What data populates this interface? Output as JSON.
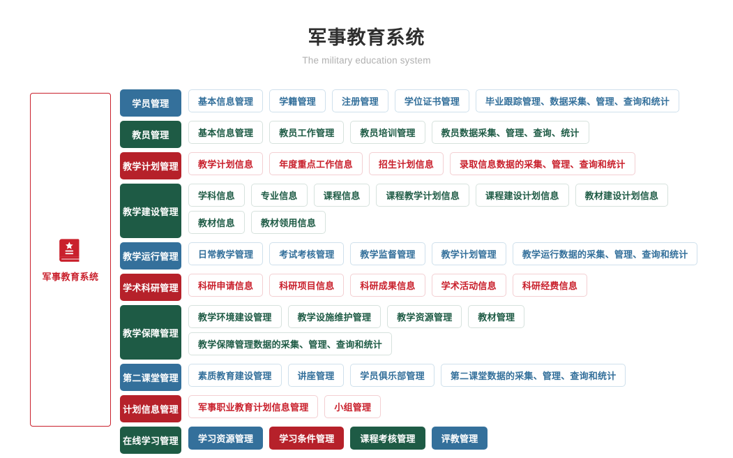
{
  "header": {
    "title": "军事教育系统",
    "subtitle": "The military education system"
  },
  "sidebar": {
    "icon": "book-star-icon",
    "brand_label": "军事教育系统",
    "border_color": "#c9202c"
  },
  "colors": {
    "blue": "#34709b",
    "green": "#1e5b45",
    "red": "#b6212a",
    "brand_red": "#c9202c",
    "title": "#2e2e2e",
    "subtitle": "#b0b0b0",
    "background": "#ffffff"
  },
  "rows": [
    {
      "label": "学员管理",
      "color": "blue",
      "filled_items": false,
      "items": [
        "基本信息管理",
        "学籍管理",
        "注册管理",
        "学位证书管理",
        "毕业跟踪管理、数据采集、管理、查询和统计"
      ]
    },
    {
      "label": "教员管理",
      "color": "green",
      "filled_items": false,
      "items": [
        "基本信息管理",
        "教员工作管理",
        "教员培训管理",
        "教员数据采集、管理、查询、统计"
      ]
    },
    {
      "label": "教学计划管理",
      "color": "red",
      "filled_items": false,
      "items": [
        "教学计划信息",
        "年度重点工作信息",
        "招生计划信息",
        "录取信息数据的采集、管理、查询和统计"
      ]
    },
    {
      "label": "教学建设管理",
      "color": "green",
      "filled_items": false,
      "items": [
        "学科信息",
        "专业信息",
        "课程信息",
        "课程教学计划信息",
        "课程建设计划信息",
        "教材建设计划信息",
        "教材信息",
        "教材领用信息"
      ]
    },
    {
      "label": "教学运行管理",
      "color": "blue",
      "filled_items": false,
      "items": [
        "日常教学管理",
        "考试考核管理",
        "教学监督管理",
        "教学计划管理",
        "教学运行数据的采集、管理、查询和统计"
      ]
    },
    {
      "label": "学术科研管理",
      "color": "red",
      "filled_items": false,
      "items": [
        "科研申请信息",
        "科研项目信息",
        "科研成果信息",
        "学术活动信息",
        "科研经费信息"
      ]
    },
    {
      "label": "教学保障管理",
      "color": "green",
      "filled_items": false,
      "items": [
        "教学环境建设管理",
        "教学设施维护管理",
        "教学资源管理",
        "教材管理",
        "教学保障管理数据的采集、管理、查询和统计"
      ]
    },
    {
      "label": "第二课堂管理",
      "color": "blue",
      "filled_items": false,
      "items": [
        "素质教育建设管理",
        "讲座管理",
        "学员俱乐部管理",
        "第二课堂数据的采集、管理、查询和统计"
      ]
    },
    {
      "label": "计划信息管理",
      "color": "red",
      "filled_items": false,
      "items": [
        "军事职业教育计划信息管理",
        "小组管理"
      ]
    },
    {
      "label": "在线学习管理",
      "color": "green",
      "filled_items": true,
      "items": [
        "学习资源管理",
        "学习条件管理",
        "课程考核管理",
        "评教管理"
      ],
      "item_colors": [
        "blue",
        "red",
        "green",
        "blue"
      ]
    }
  ]
}
